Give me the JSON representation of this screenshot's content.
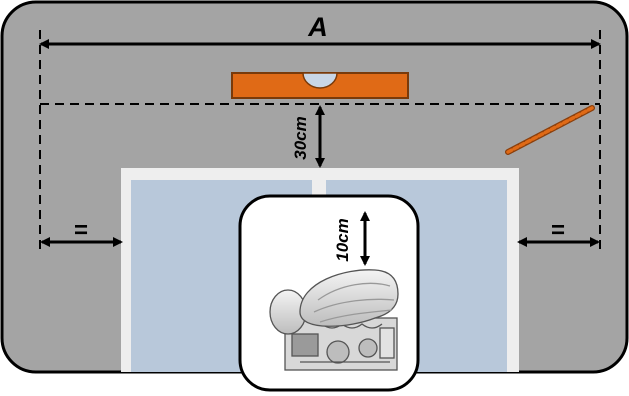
{
  "labels": {
    "width_label": "A",
    "clearance_top": "30cm",
    "clearance_unit": "10cm",
    "equal_left": "=",
    "equal_right": "="
  },
  "colors": {
    "wall": "#a4a4a4",
    "window_frame": "#eeeeee",
    "window_glass": "#b8c8da",
    "spirit_level": "#e06a16",
    "drill_bit": "#e06a16",
    "outline": "#000000"
  },
  "icons": {
    "level": "spirit-level-icon",
    "drill": "drill-bit-icon",
    "unit": "air-conditioner-unit-icon"
  }
}
